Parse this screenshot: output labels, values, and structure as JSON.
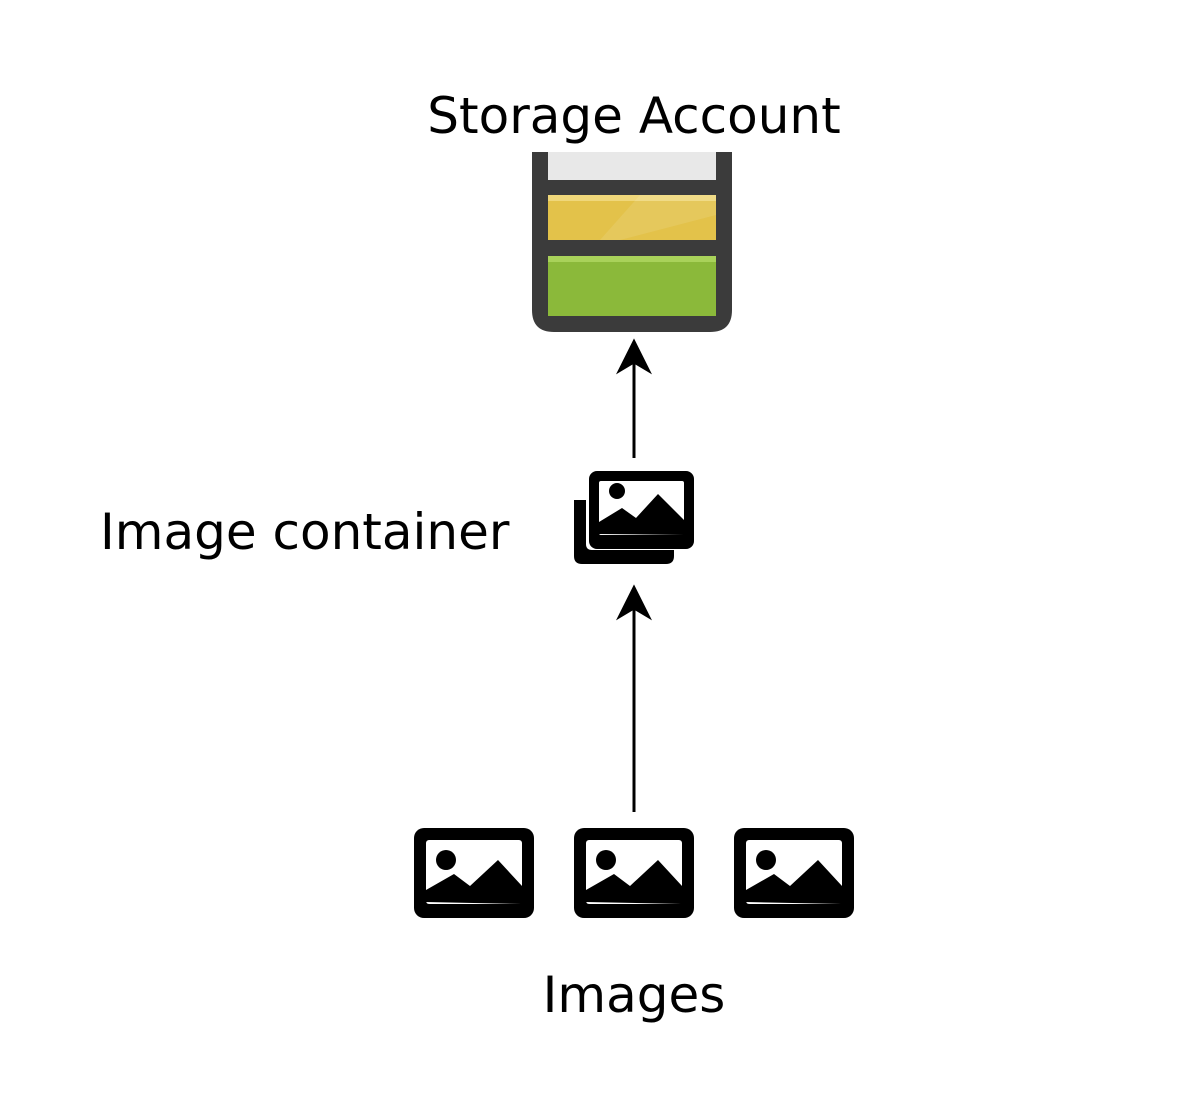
{
  "diagram": {
    "storage_label": "Storage Account",
    "container_label": "Image container",
    "images_label": "Images",
    "icons": {
      "storage": "storage-account-icon",
      "container": "image-container-icon",
      "image": "image-icon"
    },
    "colors": {
      "storage_frame": "#3b3b3b",
      "storage_top": "#e8e8e8",
      "storage_middle": "#e3c24a",
      "storage_bottom": "#8bb93a",
      "icon": "#000000",
      "arrow": "#000000"
    },
    "edges": [
      {
        "from": "Images",
        "to": "Image container"
      },
      {
        "from": "Image container",
        "to": "Storage Account"
      }
    ]
  }
}
